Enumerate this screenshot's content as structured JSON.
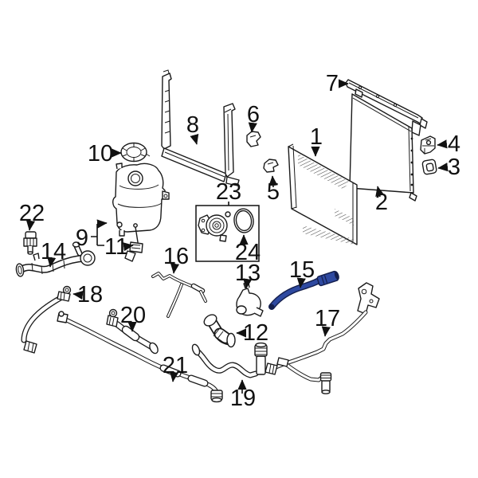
{
  "diagram": {
    "background_color": "#ffffff",
    "line_color": "#1a1a1a",
    "highlight_color": "#2e49a0",
    "highlighted_part": "15",
    "callouts": [
      {
        "label": "1"
      },
      {
        "label": "2"
      },
      {
        "label": "3"
      },
      {
        "label": "4"
      },
      {
        "label": "5"
      },
      {
        "label": "6"
      },
      {
        "label": "7"
      },
      {
        "label": "8"
      },
      {
        "label": "9"
      },
      {
        "label": "10"
      },
      {
        "label": "11"
      },
      {
        "label": "12"
      },
      {
        "label": "13"
      },
      {
        "label": "14"
      },
      {
        "label": "15"
      },
      {
        "label": "16"
      },
      {
        "label": "17"
      },
      {
        "label": "18"
      },
      {
        "label": "19"
      },
      {
        "label": "20"
      },
      {
        "label": "21"
      },
      {
        "label": "22"
      },
      {
        "label": "23"
      },
      {
        "label": "24"
      }
    ]
  }
}
